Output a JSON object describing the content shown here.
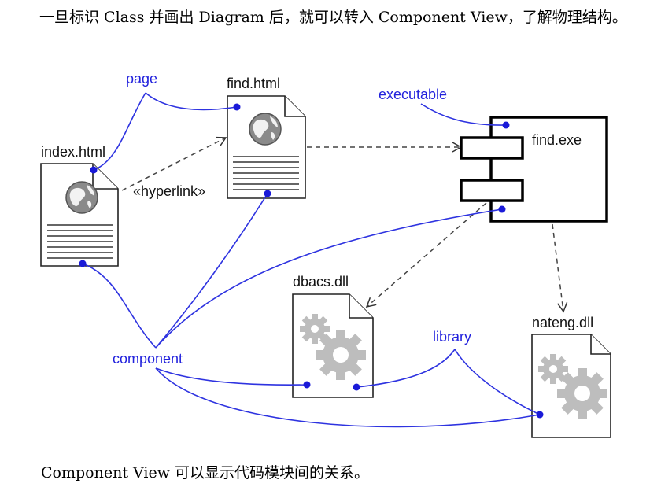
{
  "paragraphs": {
    "intro": "一旦标识 Class 并画出 Diagram 后，就可以转入 Component View，了解物理结构。",
    "outro": "Component View 可以显示代码模块间的关系。"
  },
  "diagram": {
    "index_file": "index.html",
    "find_file": "find.html",
    "exe_file": "find.exe",
    "dbacs_file": "dbacs.dll",
    "nateng_file": "nateng.dll",
    "hyperlink_label": "«hyperlink»",
    "page_label": "page",
    "executable_label": "executable",
    "component_label": "component",
    "library_label": "library"
  },
  "colors": {
    "annotation_blue": "#2222dd",
    "connector_blue": "#2e33e0"
  }
}
